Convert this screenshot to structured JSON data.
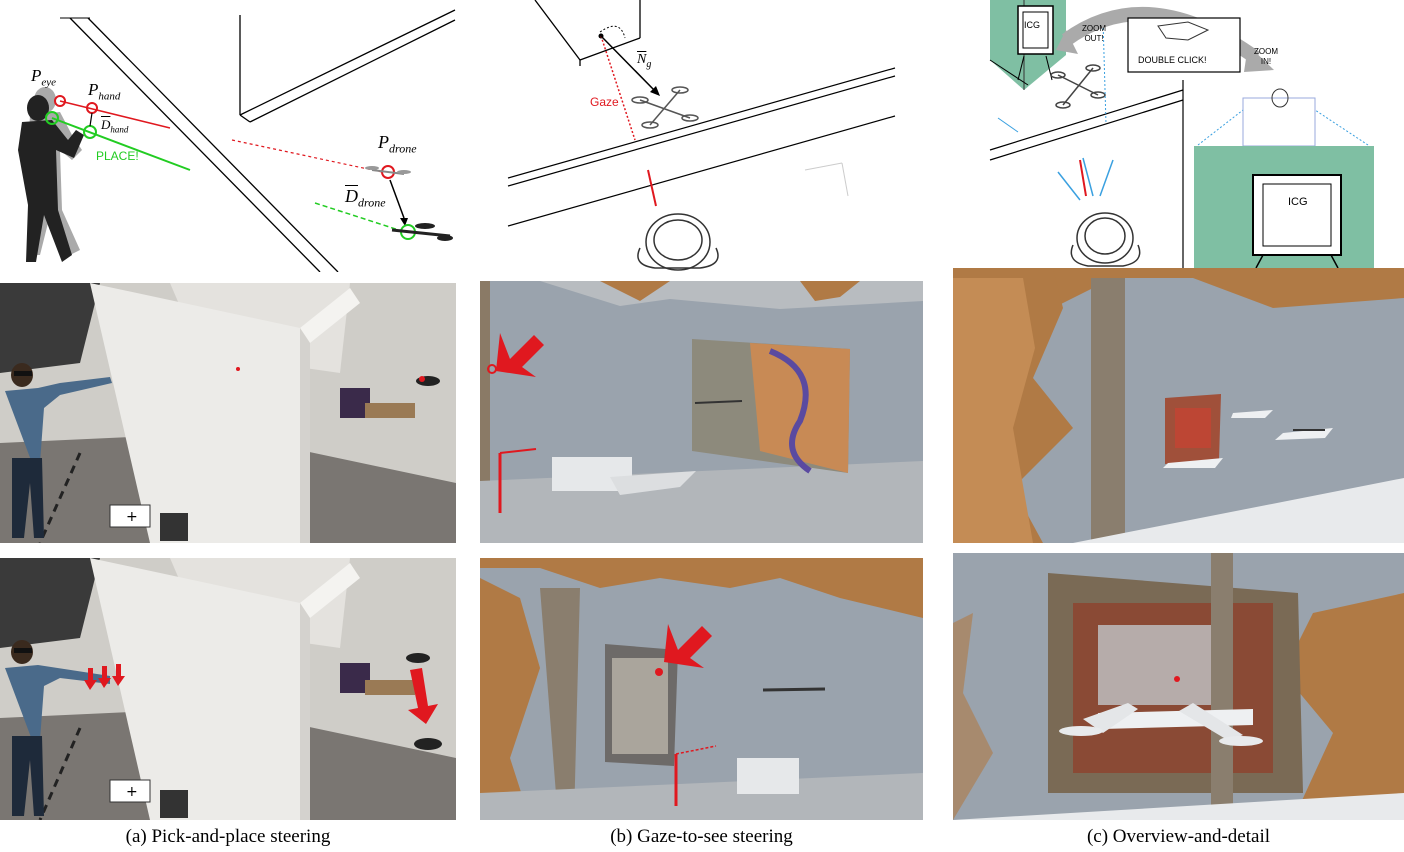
{
  "figure": {
    "captions": {
      "a": "(a)  Pick-and-place steering",
      "b": "(b)  Gaze-to-see steering",
      "c": "(c)  Overview-and-detail"
    },
    "diagram_a": {
      "p_eye": "P",
      "p_eye_sub": "eye",
      "p_hand": "P",
      "p_hand_sub": "hand",
      "d_hand": "D",
      "d_hand_sub": "hand",
      "place": "PLACE!",
      "p_drone": "P",
      "p_drone_sub": "drone",
      "d_drone": "D",
      "d_drone_sub": "drone"
    },
    "diagram_b": {
      "gaze": "Gaze",
      "normal": "N",
      "normal_sub": "g"
    },
    "diagram_c": {
      "icg_small": "ICG",
      "icg_large": "ICG",
      "zoom_out_1": "ZOOM",
      "zoom_out_2": "OUT!",
      "zoom_in_1": "ZOOM",
      "zoom_in_2": "IN!",
      "double_click": "DOUBLE CLICK!"
    },
    "colors": {
      "red": "#e0181f",
      "green": "#22cc22",
      "teal": "#7fbfa3",
      "blue_ray": "#3aa0e0",
      "wall_gray": "#9aa3ad",
      "brick": "#b07a45"
    }
  }
}
